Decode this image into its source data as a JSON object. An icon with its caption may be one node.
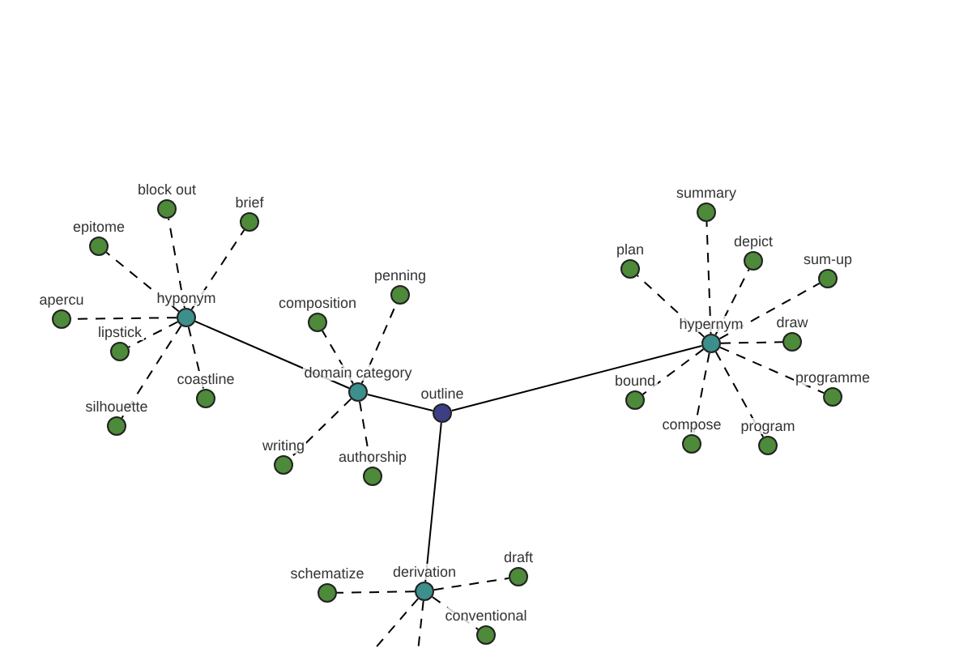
{
  "diagram": {
    "nodes": [
      {
        "text": [
          "outline"
        ]
      },
      {
        "text": [
          "domain category"
        ]
      },
      {
        "text": [
          "hyponym"
        ]
      },
      {
        "text": [
          "hypernym"
        ]
      },
      {
        "text": [
          "derivation"
        ]
      },
      {
        "text": [
          "block out"
        ]
      },
      {
        "text": [
          "brief"
        ]
      },
      {
        "text": [
          "epitome"
        ]
      },
      {
        "text": [
          "apercu"
        ]
      },
      {
        "text": [
          "lipstick"
        ]
      },
      {
        "text": [
          "silhouette"
        ]
      },
      {
        "text": [
          "coastline"
        ]
      },
      {
        "text": [
          "composition"
        ]
      },
      {
        "text": [
          "penning"
        ]
      },
      {
        "text": [
          "writing"
        ]
      },
      {
        "text": [
          "authorship"
        ]
      },
      {
        "text": [
          "summary"
        ]
      },
      {
        "text": [
          "plan"
        ]
      },
      {
        "text": [
          "depict"
        ]
      },
      {
        "text": [
          "sum-up"
        ]
      },
      {
        "text": [
          "draw"
        ]
      },
      {
        "text": [
          "bound"
        ]
      },
      {
        "text": [
          "programme"
        ]
      },
      {
        "text": [
          "compose"
        ]
      },
      {
        "text": [
          "program"
        ]
      },
      {
        "text": [
          "schematize"
        ]
      },
      {
        "text": [
          "draft"
        ]
      },
      {
        "text": [
          "conventional"
        ]
      }
    ],
    "edges": [
      {
        "from": 1,
        "to": 2,
        "arrow": "none"
      },
      {
        "from": 0,
        "to": 1,
        "arrow": "none"
      },
      {
        "from": 0,
        "to": 3,
        "arrow": "none"
      },
      {
        "from": 0,
        "to": 4,
        "arrow": "none"
      },
      {
        "from": 2,
        "to": 5,
        "arrow": "none",
        "style": "dashed"
      },
      {
        "from": 2,
        "to": 6,
        "arrow": "none",
        "style": "dashed"
      },
      {
        "from": 2,
        "to": 7,
        "arrow": "none",
        "style": "dashed"
      },
      {
        "from": 2,
        "to": 8,
        "arrow": "none",
        "style": "dashed"
      },
      {
        "from": 2,
        "to": 9,
        "arrow": "none",
        "style": "dashed"
      },
      {
        "from": 2,
        "to": 10,
        "arrow": "none",
        "style": "dashed"
      },
      {
        "from": 2,
        "to": 11,
        "arrow": "none",
        "style": "dashed"
      },
      {
        "from": 1,
        "to": 12,
        "arrow": "none",
        "style": "dashed"
      },
      {
        "from": 1,
        "to": 13,
        "arrow": "none",
        "style": "dashed"
      },
      {
        "from": 1,
        "to": 14,
        "arrow": "none",
        "style": "dashed"
      },
      {
        "from": 1,
        "to": 15,
        "arrow": "none",
        "style": "dashed"
      },
      {
        "from": 3,
        "to": 16,
        "arrow": "none",
        "style": "dashed"
      },
      {
        "from": 3,
        "to": 17,
        "arrow": "none",
        "style": "dashed"
      },
      {
        "from": 3,
        "to": 18,
        "arrow": "none",
        "style": "dashed"
      },
      {
        "from": 3,
        "to": 19,
        "arrow": "none",
        "style": "dashed"
      },
      {
        "from": 3,
        "to": 20,
        "arrow": "none",
        "style": "dashed"
      },
      {
        "from": 3,
        "to": 21,
        "arrow": "none",
        "style": "dashed"
      },
      {
        "from": 3,
        "to": 22,
        "arrow": "none",
        "style": "dashed"
      },
      {
        "from": 3,
        "to": 23,
        "arrow": "none",
        "style": "dashed"
      },
      {
        "from": 3,
        "to": 24,
        "arrow": "none",
        "style": "dashed"
      },
      {
        "from": 4,
        "to": 25,
        "arrow": "none",
        "style": "dashed"
      },
      {
        "from": 4,
        "to": 26,
        "arrow": "none",
        "style": "dashed"
      },
      {
        "from": 4,
        "to": 27,
        "arrow": "none",
        "style": "dashed"
      },
      {
        "from": 4,
        "to": null,
        "arrow": "none",
        "style": "dashed"
      },
      {
        "from": 4,
        "to": null,
        "arrow": "none",
        "style": "dashed"
      }
    ]
  }
}
